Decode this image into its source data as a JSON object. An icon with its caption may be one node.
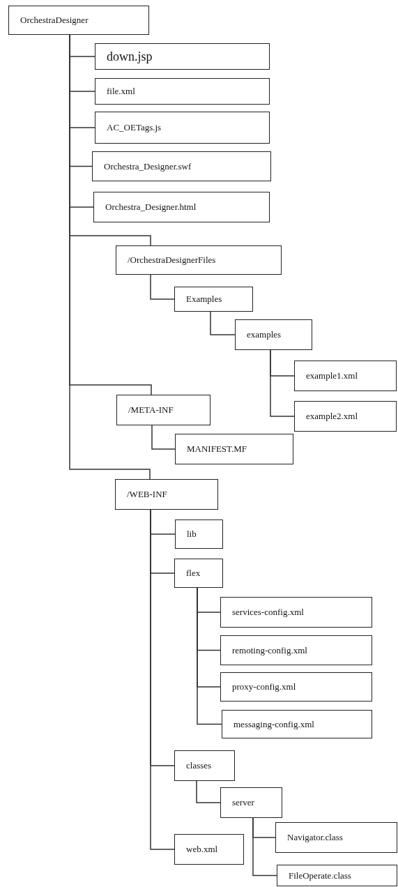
{
  "diagram": {
    "nodes": [
      {
        "text": [
          "OrchestraDesigner"
        ]
      },
      {
        "text": [
          "down.jsp"
        ]
      },
      {
        "text": [
          "file.xml"
        ]
      },
      {
        "text": [
          "AC_OETags.js"
        ]
      },
      {
        "text": [
          "Orchestra_Designer.swf"
        ]
      },
      {
        "text": [
          "Orchestra_Designer.html"
        ]
      },
      {
        "text": [
          "/OrchestraDesignerFiles"
        ]
      },
      {
        "text": [
          "Examples"
        ]
      },
      {
        "text": [
          "examples"
        ]
      },
      {
        "text": [
          "example1.xml"
        ]
      },
      {
        "text": [
          "example2.xml"
        ]
      },
      {
        "text": [
          "/META-INF"
        ]
      },
      {
        "text": [
          "MANIFEST.MF"
        ]
      },
      {
        "text": [
          "/WEB-INF"
        ]
      },
      {
        "text": [
          "lib"
        ]
      },
      {
        "text": [
          "flex"
        ]
      },
      {
        "text": [
          "services-config.xml"
        ]
      },
      {
        "text": [
          "remoting-config.xml"
        ]
      },
      {
        "text": [
          "proxy-config.xml"
        ]
      },
      {
        "text": [
          "messaging-config.xml"
        ]
      },
      {
        "text": [
          "classes"
        ]
      },
      {
        "text": [
          "server"
        ]
      },
      {
        "text": [
          "web.xml"
        ]
      },
      {
        "text": [
          "Navigator.class"
        ]
      },
      {
        "text": [
          "FileOperate.class"
        ]
      }
    ],
    "edges": [
      {
        "from": 0,
        "to": 1,
        "arrow": "none"
      },
      {
        "from": 0,
        "to": 2,
        "arrow": "none"
      },
      {
        "from": 0,
        "to": 3,
        "arrow": "none"
      },
      {
        "from": 0,
        "to": 4,
        "arrow": "none"
      },
      {
        "from": 0,
        "to": 5,
        "arrow": "none"
      },
      {
        "from": 0,
        "to": 6,
        "arrow": "none"
      },
      {
        "from": 6,
        "to": 7,
        "arrow": "none"
      },
      {
        "from": 7,
        "to": 8,
        "arrow": "none"
      },
      {
        "from": 8,
        "to": 9,
        "arrow": "none"
      },
      {
        "from": 8,
        "to": 10,
        "arrow": "none"
      },
      {
        "from": 0,
        "to": 11,
        "arrow": "none"
      },
      {
        "from": 11,
        "to": 12,
        "arrow": "none"
      },
      {
        "from": 0,
        "to": 13,
        "arrow": "none"
      },
      {
        "from": 13,
        "to": 14,
        "arrow": "none"
      },
      {
        "from": 13,
        "to": 15,
        "arrow": "none"
      },
      {
        "from": 15,
        "to": 16,
        "arrow": "none"
      },
      {
        "from": 15,
        "to": 17,
        "arrow": "none"
      },
      {
        "from": 15,
        "to": 18,
        "arrow": "none"
      },
      {
        "from": 15,
        "to": 19,
        "arrow": "none"
      },
      {
        "from": 13,
        "to": 20,
        "arrow": "none"
      },
      {
        "from": 20,
        "to": 21,
        "arrow": "none"
      },
      {
        "from": 13,
        "to": 22,
        "arrow": "none"
      },
      {
        "from": 21,
        "to": 23,
        "arrow": "none"
      },
      {
        "from": 21,
        "to": 24,
        "arrow": "none"
      }
    ]
  }
}
